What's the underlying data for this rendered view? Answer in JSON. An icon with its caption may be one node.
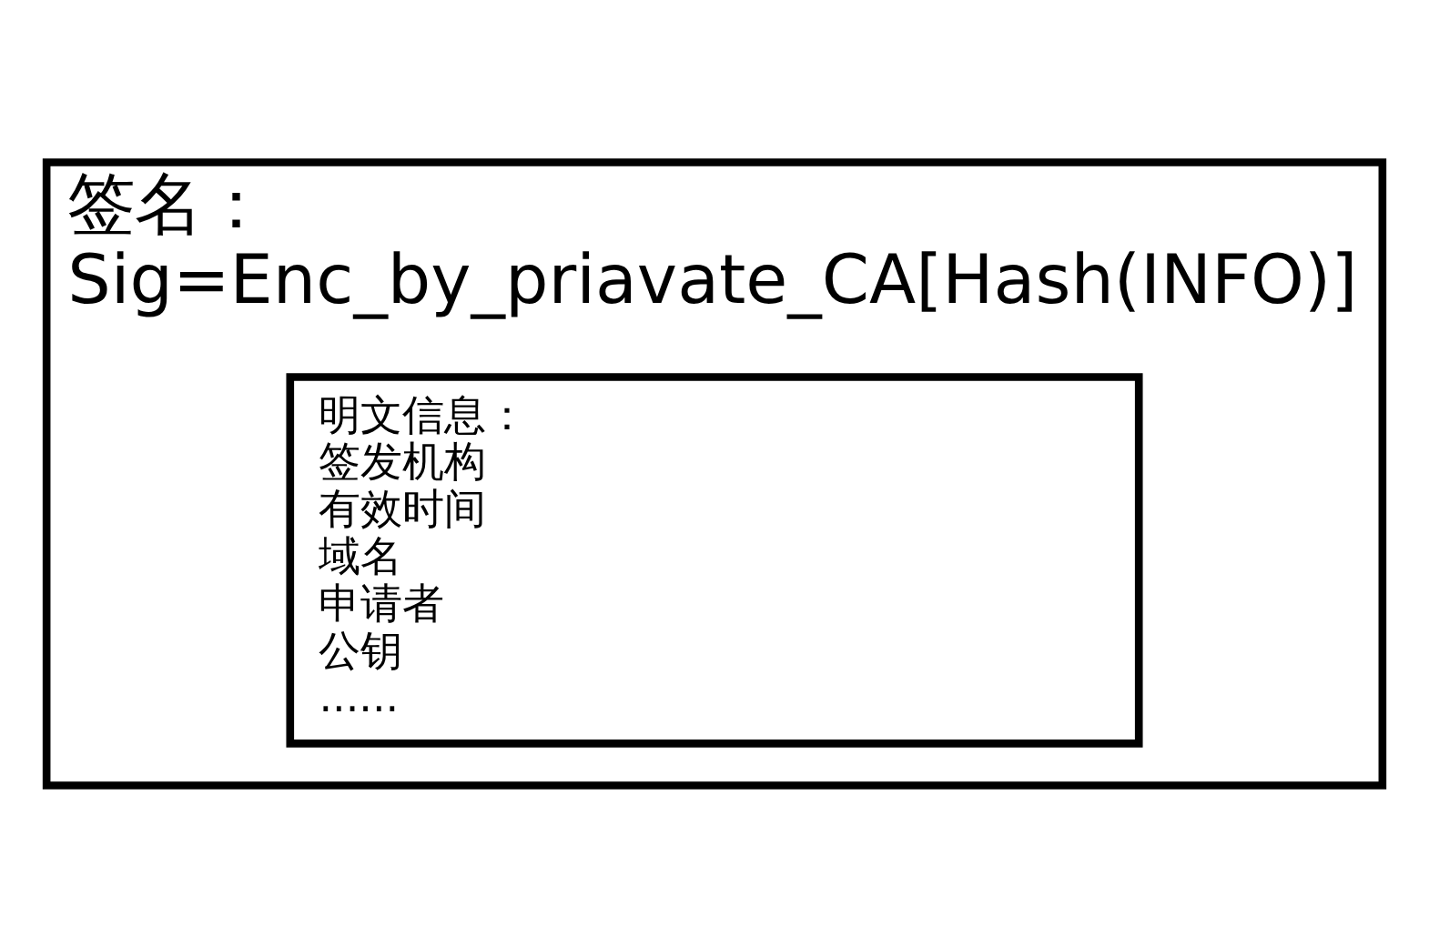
{
  "diagram": {
    "nodes": [
      {
        "text": [
          "签名：",
          "Sig=Enc_by_priavate_CA[Hash(INFO)]"
        ]
      },
      {
        "text": [
          "明文信息：",
          "签发机构",
          "有效时间",
          "域名",
          "申请者",
          "公钥",
          "......"
        ],
        "in": 0
      }
    ]
  }
}
